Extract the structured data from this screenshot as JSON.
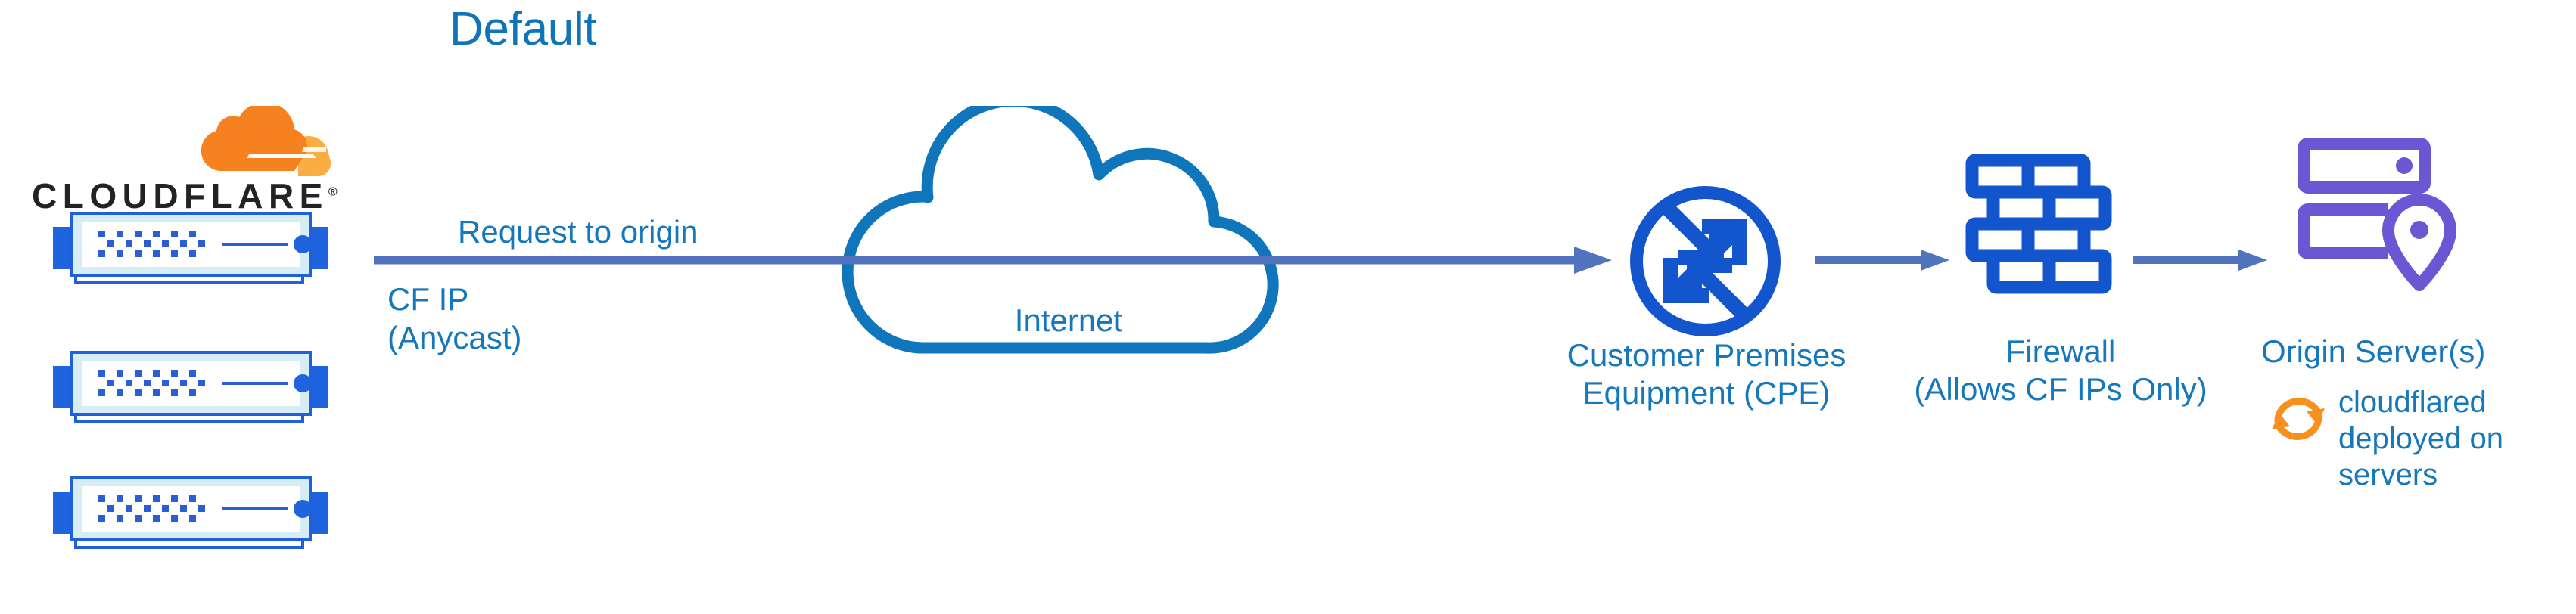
{
  "title": "Default",
  "brand": {
    "wordmark": "CLOUDFLARE",
    "registered_mark": "®",
    "logo_orange": "#F6821F",
    "logo_orange_light": "#FBAD41",
    "wordmark_color": "#232323"
  },
  "colors": {
    "title_blue": "#1075B8",
    "label_blue": "#1577BC",
    "cloud_outline_blue": "#0F76BC",
    "icon_blue": "#1355CC",
    "arrow_blue": "#5273BE",
    "origin_purple": "#6B57D4",
    "server_fill": "#D6EDF5",
    "server_border": "#2060D8"
  },
  "flow": {
    "request_label": "Request to origin",
    "cf_ip_line1": "CF IP",
    "cf_ip_line2": "(Anycast)"
  },
  "nodes": {
    "cloudflare_edge": {
      "icon": "server-rack-icon",
      "count": 3
    },
    "internet": {
      "label": "Internet",
      "icon": "cloud-icon"
    },
    "cpe": {
      "icon": "router-icon",
      "label_line1": "Customer Premises",
      "label_line2": "Equipment (CPE)"
    },
    "firewall": {
      "icon": "brick-wall-icon",
      "label_line1": "Firewall",
      "label_line2": "(Allows CF IPs Only)"
    },
    "origin": {
      "icon": "server-location-pin-icon",
      "label": "Origin Server(s)",
      "note_icon": "sync-arrows-icon",
      "note_line1": "cloudflared",
      "note_line2": "deployed on",
      "note_line3": "servers"
    }
  },
  "arrows": [
    {
      "name": "edge-to-cpe",
      "from": "cloudflare-edge",
      "to": "cpe"
    },
    {
      "name": "cpe-to-firewall",
      "from": "cpe",
      "to": "firewall"
    },
    {
      "name": "firewall-to-origin",
      "from": "firewall",
      "to": "origin"
    }
  ]
}
